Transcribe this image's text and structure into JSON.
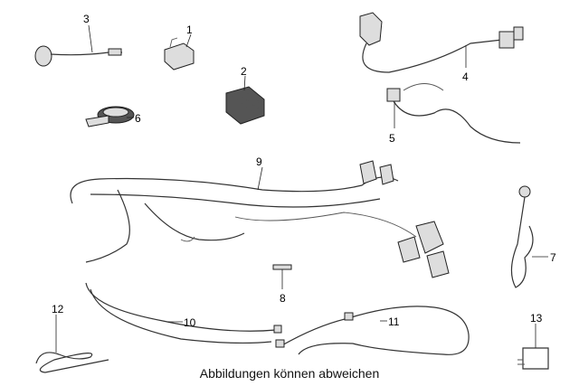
{
  "diagram": {
    "caption": "Abbildungen können abweichen",
    "part_numbers": [
      "1",
      "2",
      "3",
      "4",
      "5",
      "6",
      "7",
      "8",
      "9",
      "10",
      "11",
      "12",
      "13"
    ]
  }
}
